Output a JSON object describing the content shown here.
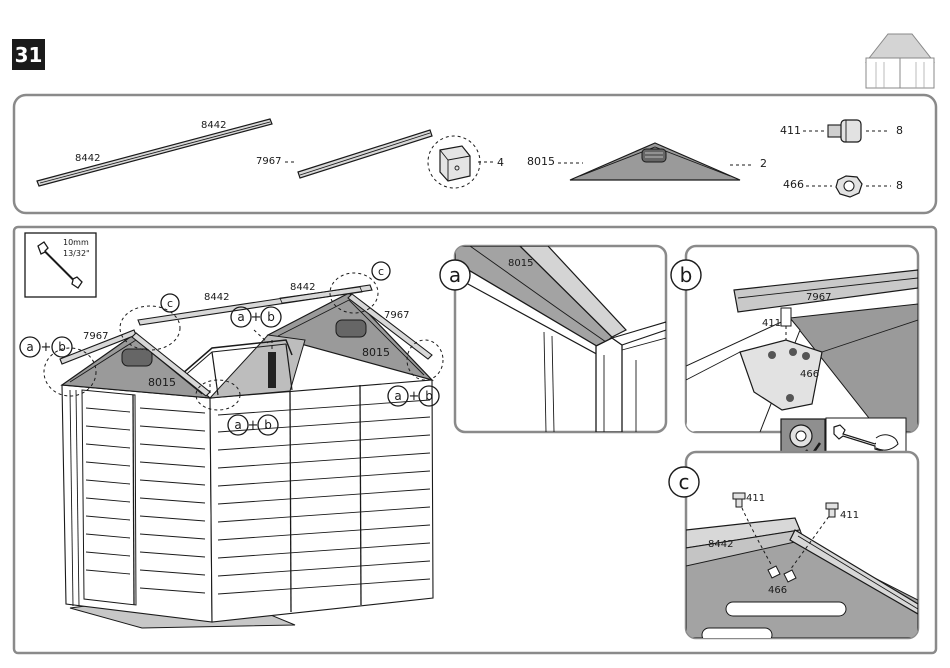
{
  "step": {
    "number": "31"
  },
  "parts": {
    "rail_a_label": "8442",
    "rail_b_label": "8442",
    "rail_c_label": "7967",
    "bracket_qty": "4",
    "gable_label": "8015",
    "gable_qty": "2",
    "bolt_label": "411",
    "bolt_qty": "8",
    "nut_label": "466",
    "nut_qty": "8"
  },
  "tool": {
    "size_mm": "10mm",
    "size_in": "13/32\""
  },
  "main": {
    "rail_left_front": "7967",
    "rail_back_left": "8442",
    "rail_back_right": "8442",
    "rail_right": "7967",
    "gable_left": "8015",
    "gable_right": "8015",
    "circle_a": "a",
    "circle_b": "b",
    "circle_c": "c",
    "plus": "+"
  },
  "detail_a": {
    "letter": "a",
    "label": "8015"
  },
  "detail_b": {
    "letter": "b",
    "rail_label": "7967",
    "bolt_label": "411",
    "nut_label": "466"
  },
  "detail_c": {
    "letter": "c",
    "rail_label": "8442",
    "bolt_left": "411",
    "bolt_right": "411",
    "nut_label": "466"
  }
}
